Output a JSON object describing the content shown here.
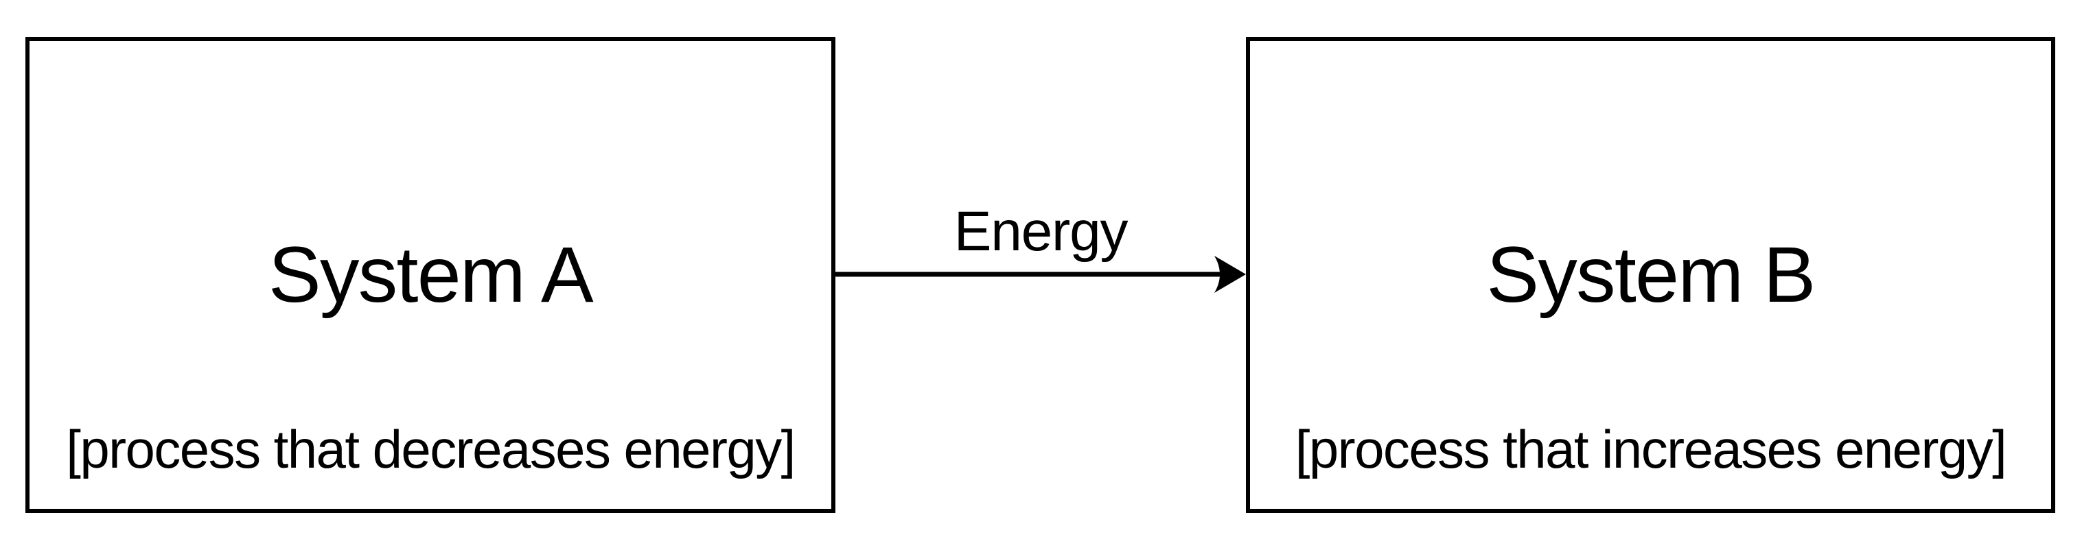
{
  "diagram": {
    "title": "energy-transfer-between-systems",
    "box_a": {
      "title": "System A",
      "process": "[process that decreases energy]"
    },
    "box_b": {
      "title": "System B",
      "process": "[process that increases energy]"
    },
    "arrow": {
      "label": "Energy",
      "direction": "left-to-right"
    },
    "colors": {
      "stroke": "#000000",
      "text": "#000000",
      "background": "#ffffff"
    }
  }
}
